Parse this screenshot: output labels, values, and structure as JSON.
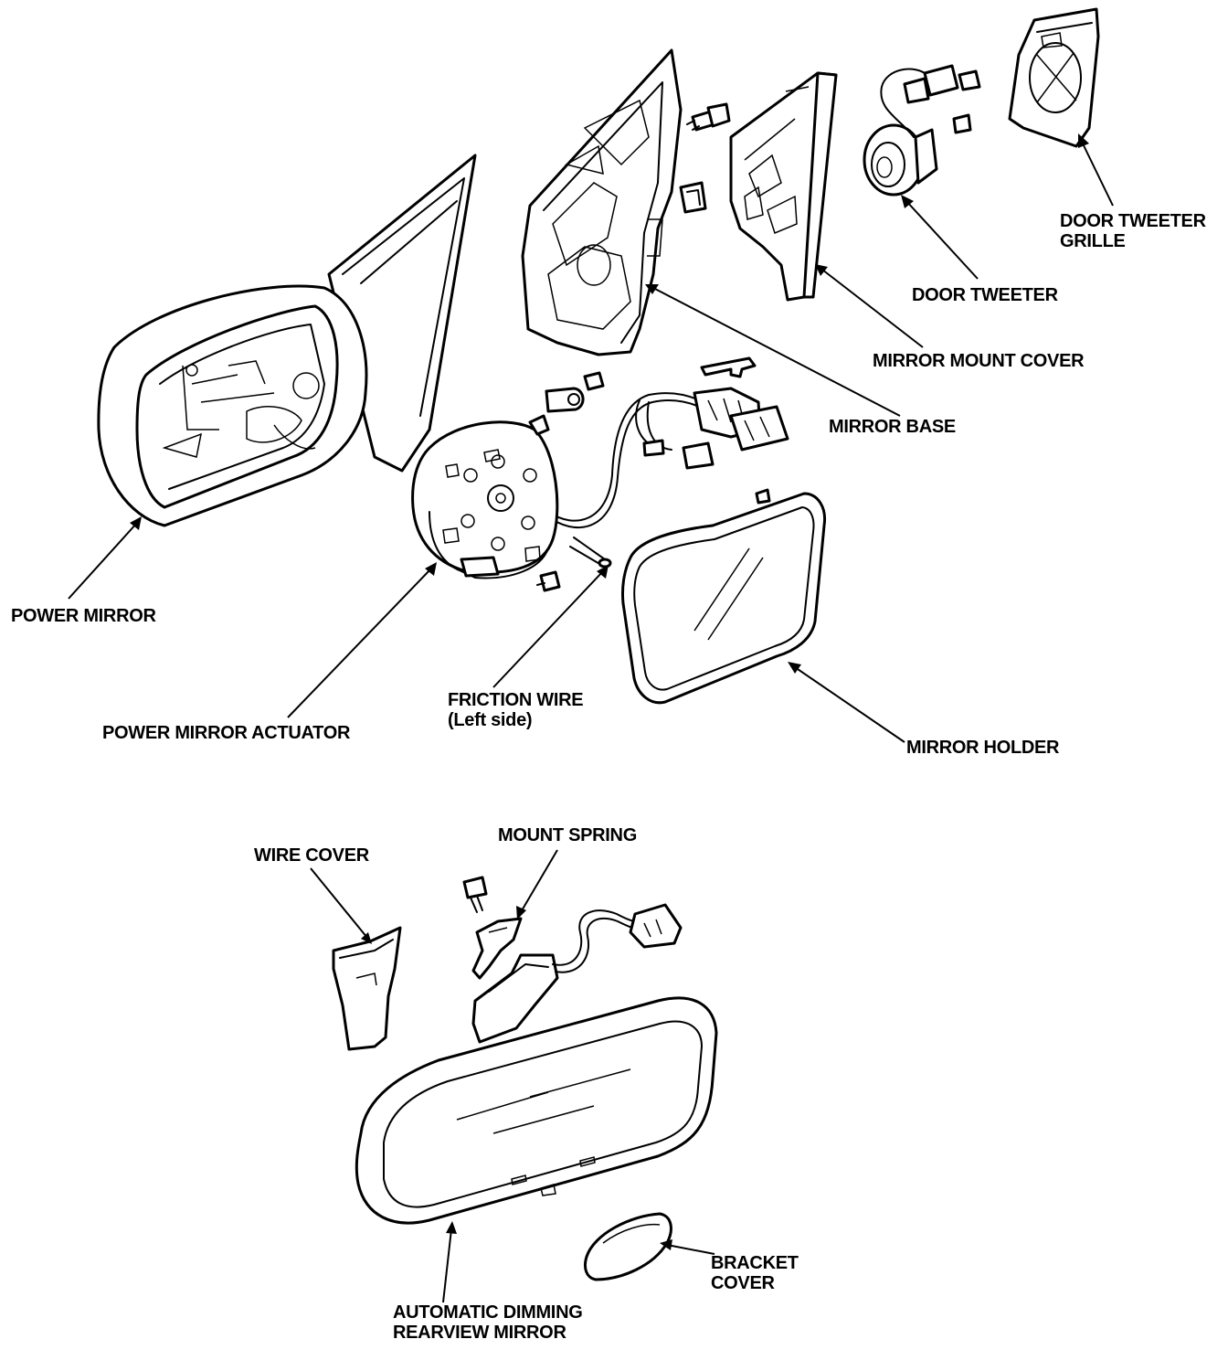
{
  "labels": {
    "door_tweeter_grille": [
      "DOOR TWEETER",
      "GRILLE"
    ],
    "door_tweeter": "DOOR TWEETER",
    "mirror_mount_cover": "MIRROR MOUNT COVER",
    "mirror_base": "MIRROR BASE",
    "power_mirror": "POWER MIRROR",
    "power_mirror_actuator": "POWER MIRROR ACTUATOR",
    "friction_wire": [
      "FRICTION WIRE",
      "(Left side)"
    ],
    "mirror_holder": "MIRROR HOLDER",
    "wire_cover": "WIRE COVER",
    "mount_spring": "MOUNT SPRING",
    "bracket_cover": [
      "BRACKET",
      "COVER"
    ],
    "auto_dimming_mirror": [
      "AUTOMATIC DIMMING",
      "REARVIEW MIRROR"
    ]
  },
  "icons": [
    "power-mirror-icon",
    "mirror-base-icon",
    "mirror-mount-cover-icon",
    "door-tweeter-icon",
    "door-tweeter-grille-icon",
    "power-mirror-actuator-icon",
    "mirror-holder-icon",
    "rearview-mirror-icon",
    "wire-cover-icon",
    "mount-spring-icon",
    "bracket-cover-icon"
  ],
  "colors": {
    "ink": "#000000",
    "paper": "#ffffff"
  }
}
